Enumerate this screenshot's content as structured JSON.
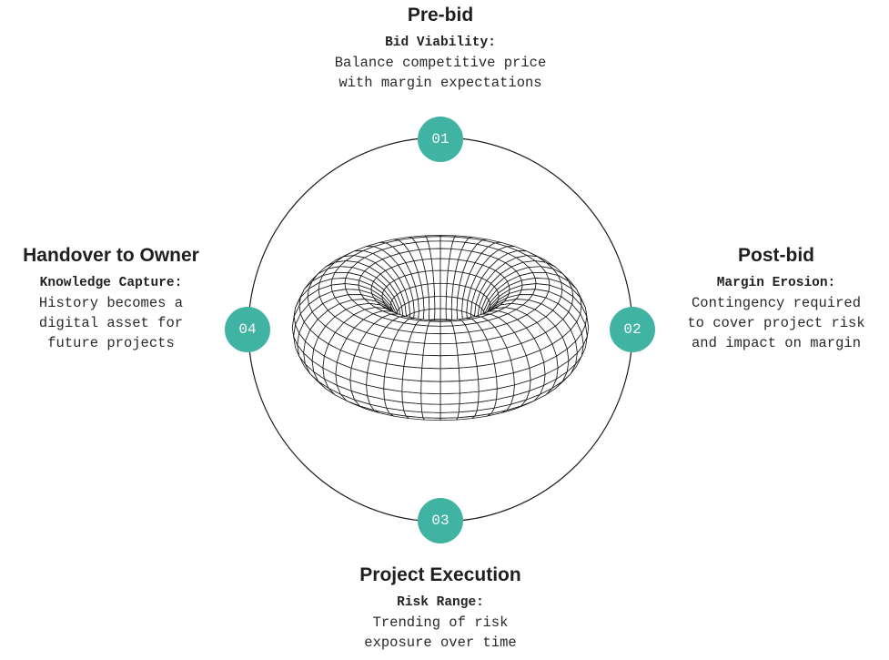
{
  "colors": {
    "badge": "#41b3a3",
    "ring": "#1a1a1a",
    "torus_mesh": "#1a1a1a"
  },
  "center_icon": "torus-wireframe",
  "stages": {
    "pre_bid": {
      "number": "01",
      "title": "Pre-bid",
      "subtitle": "Bid Viability:",
      "desc": [
        "Balance competitive price",
        "with margin expectations"
      ]
    },
    "post_bid": {
      "number": "02",
      "title": "Post-bid",
      "subtitle": "Margin Erosion:",
      "desc": [
        "Contingency required",
        "to cover project risk",
        "and impact on margin"
      ]
    },
    "execution": {
      "number": "03",
      "title": "Project Execution",
      "subtitle": "Risk Range:",
      "desc": [
        "Trending of risk",
        "exposure over time"
      ]
    },
    "handover": {
      "number": "04",
      "title": "Handover to Owner",
      "subtitle": "Knowledge Capture:",
      "desc": [
        "History becomes a",
        "digital asset for",
        "future projects"
      ]
    }
  }
}
